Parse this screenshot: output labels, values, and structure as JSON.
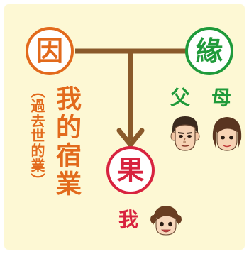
{
  "colors": {
    "background": "#fdf8d4",
    "arrow": "#8a5a2b",
    "cause": "#e26a1c",
    "condition": "#1f9a3a",
    "result": "#d8233f"
  },
  "cause": {
    "symbol": "因",
    "main_label": "我的宿業",
    "sub_label": "（過去世的業）"
  },
  "condition": {
    "symbol": "緣",
    "label_father": "父",
    "label_mother": "母"
  },
  "result": {
    "symbol": "果",
    "label": "我"
  },
  "icons": [
    "father-face-icon",
    "mother-face-icon",
    "child-face-icon"
  ]
}
